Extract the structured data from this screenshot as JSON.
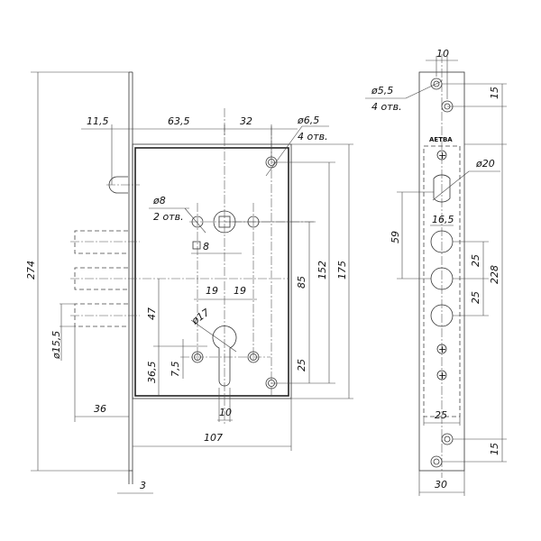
{
  "title": "Mortise lock technical drawing",
  "colors": {
    "line": "#333333",
    "background": "#ffffff"
  },
  "front_view": {
    "dimensions": {
      "total_height": "274",
      "latch_offset": "11,5",
      "backset": "63,5",
      "spindle_to_hole": "32",
      "mount_hole_dia": "ø6,5",
      "mount_hole_count": "4 отв.",
      "pin_hole_dia": "ø8",
      "pin_hole_count": "2 отв.",
      "spindle_square": "8",
      "half_spacing_left": "19",
      "half_spacing_right": "19",
      "cylinder_dia": "ø17",
      "bolt_dia": "ø15,5",
      "bolt_to_cylinder": "47",
      "cylinder_to_bottom": "36,5",
      "small_offset": "7,5",
      "bolt_throw": "36",
      "cylinder_width": "10",
      "case_depth": "107",
      "faceplate_thickness": "3",
      "spindle_to_cylinder": "85",
      "hole_spacing_vertical": "152",
      "case_height": "175",
      "hole_to_cylinder": "25"
    }
  },
  "side_view": {
    "logo": "АЕТВА",
    "dimensions": {
      "top_offset": "10",
      "screw_dia": "ø5,5",
      "screw_count": "4 отв.",
      "screw_spacing_top": "15",
      "cylinder_hole_dia": "ø20",
      "cylinder_flat": "16,5",
      "latch_to_bolt": "59",
      "bolt_spacing_1": "25",
      "bolt_spacing_2": "25",
      "faceplate_length": "228",
      "inner_width": "25",
      "screw_spacing_bottom": "15",
      "faceplate_width": "30"
    }
  }
}
